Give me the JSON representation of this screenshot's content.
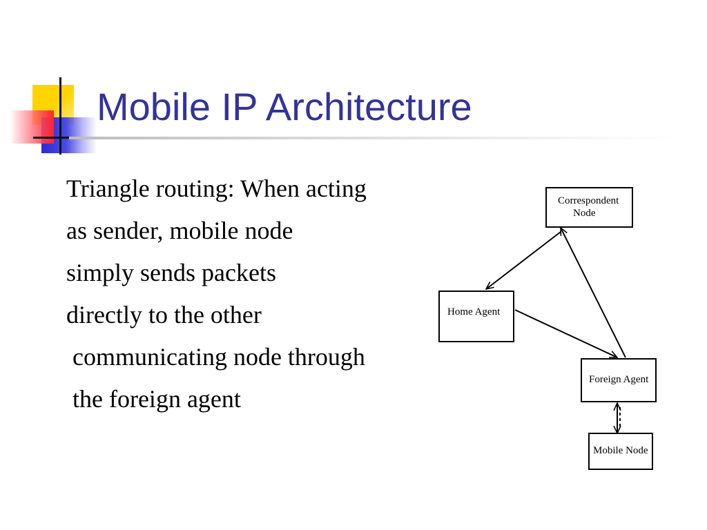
{
  "title": "Mobile IP Architecture",
  "body_lines": [
    "Triangle routing: When acting",
    "as sender, mobile node",
    "simply sends packets",
    "directly to the other",
    " communicating node through",
    " the foreign agent"
  ],
  "diagram": {
    "nodes": {
      "correspondent_line1": "Correspondent",
      "correspondent_line2": "Node",
      "home_agent": "Home Agent",
      "foreign_agent": "Foreign Agent",
      "mobile_node": "Mobile Node"
    }
  },
  "colors": {
    "title": "#333399",
    "logo_yellow": "#ffd400",
    "logo_blue": "#2b2bd8",
    "logo_red": "#ff2233"
  }
}
